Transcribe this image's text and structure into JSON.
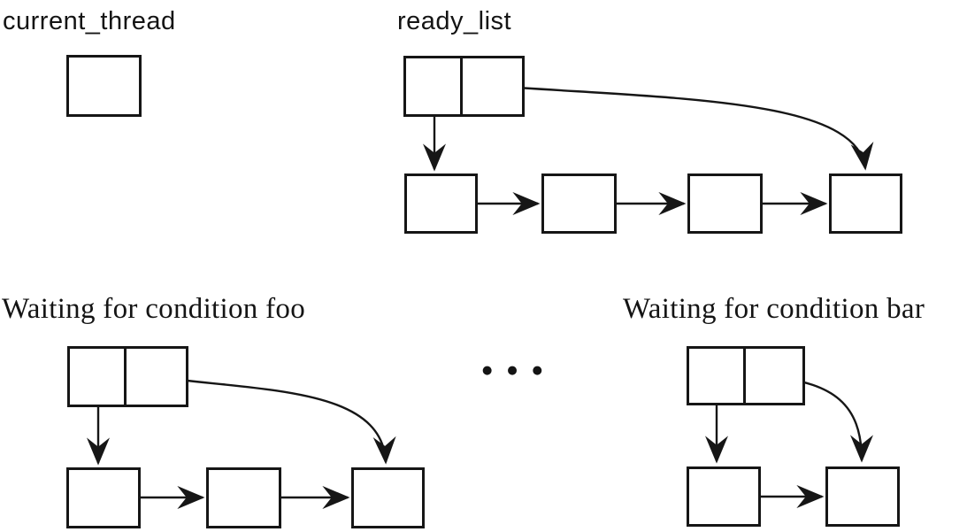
{
  "labels": {
    "current_thread": "current_thread",
    "ready_list": "ready_list",
    "waiting_foo": "Waiting for condition foo",
    "waiting_bar": "Waiting for condition bar",
    "ellipsis": "●●●"
  },
  "colors": {
    "line": "#161616",
    "text": "#141414",
    "background": "#ffffff"
  },
  "diagram": {
    "type": "linked-list scheduling diagram",
    "structures": [
      {
        "name": "current_thread",
        "kind": "single-thread-box",
        "list_nodes": 0
      },
      {
        "name": "ready_list",
        "kind": "list-head-with-two-cells",
        "list_nodes": 4
      },
      {
        "name": "Waiting for condition foo",
        "kind": "list-head-with-two-cells",
        "list_nodes": 3
      },
      {
        "name": "Waiting for condition bar",
        "kind": "list-head-with-two-cells",
        "list_nodes": 2
      }
    ]
  }
}
